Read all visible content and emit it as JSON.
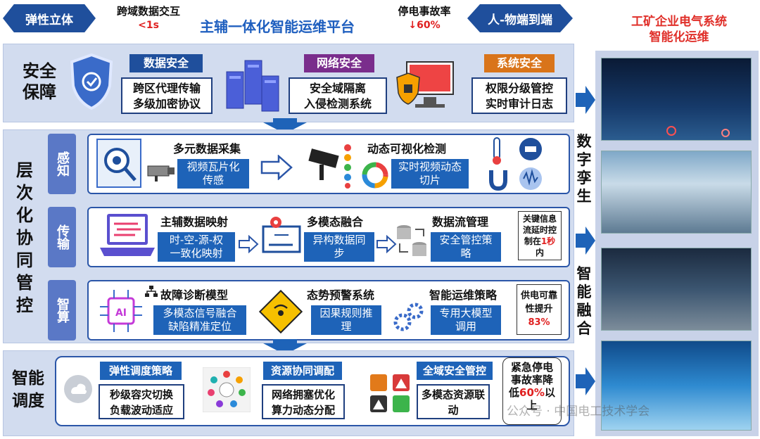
{
  "header": {
    "left_hex": "弹性立体",
    "metric1_label": "跨域数据交互",
    "metric1_value": "<1s",
    "title": "主辅一体化智能运维平台",
    "metric2_label": "停电事故率",
    "metric2_value": "↓60%",
    "right_hex": "人-物端到端"
  },
  "right_panel": {
    "title": "工矿企业电气系统\n智能化运维"
  },
  "middle_labels": {
    "top": "数字孪生",
    "bottom": "智能融合"
  },
  "security": {
    "title": "安全保障",
    "data": {
      "tag": "数据安全",
      "lines": "跨区代理传输\n多级加密协议"
    },
    "network": {
      "tag": "网络安全",
      "lines": "安全域隔离\n入侵检测系统"
    },
    "system": {
      "tag": "系统安全",
      "lines": "权限分级管控\n实时审计日志"
    }
  },
  "layered": {
    "title": "层次化协同管控"
  },
  "perception": {
    "side": "感知",
    "label1": "多元数据采集",
    "box1": "视频瓦片化\n传感",
    "label2": "动态可视化检测",
    "box2": "实时视频动态\n切片"
  },
  "transmission": {
    "side": "传输",
    "label1": "主辅数据映射",
    "box1": "时-空-源-权\n一致化映射",
    "label2": "多模态融合",
    "box2": "异构数据同\n步",
    "label3": "数据流管理",
    "box3": "安全管控策\n略",
    "note_a": "关键信息流延时控制在",
    "note_b": "1秒",
    "note_c": "内"
  },
  "computing": {
    "side": "智算",
    "label1": "故障诊断模型",
    "box1": "多模态信号融合\n缺陷精准定位",
    "label2": "态势预警系统",
    "box2": "因果规则推\n理",
    "label3": "智能运维策略",
    "box3": "专用大模型\n调用",
    "note_a": "供电可靠性提升",
    "note_b": "83%"
  },
  "scheduling": {
    "title": "智能调度",
    "tag1": "弹性调度策略",
    "box1": "秒级容灾切换\n负载波动适应",
    "tag2": "资源协同调配",
    "box2": "网络拥塞优化\n算力动态分配",
    "tag3": "全域安全管控",
    "box3": "多模态资源联\n动",
    "note_a": "紧急停电事故率降低",
    "note_b": "60%",
    "note_c": "以上"
  },
  "watermark": "公众号 · 中国电工技术学会",
  "colors": {
    "primary": "#1f4f9c",
    "band": "#d2dcef",
    "accent_red": "#e02020",
    "tag_orange": "#d9741a"
  }
}
